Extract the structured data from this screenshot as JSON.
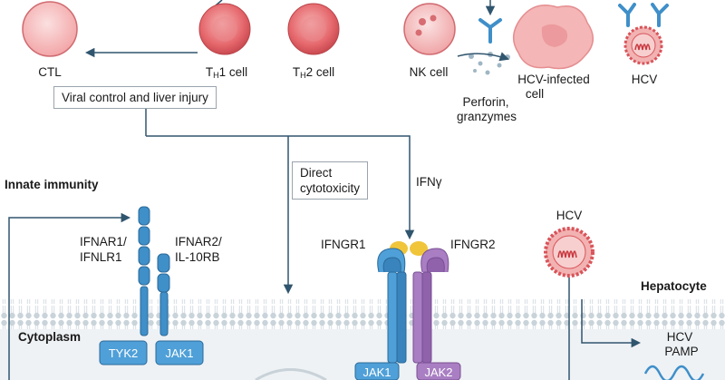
{
  "cells": {
    "ctl": "CTL",
    "th1_main": "T",
    "th1_sub": "H",
    "th1_rest": "1 cell",
    "th2_main": "T",
    "th2_sub": "H",
    "th2_rest": "2 cell",
    "nk": "NK cell",
    "hcv_infected_line1": "HCV-infected",
    "hcv_infected_line2": "cell",
    "hcv_top": "HCV",
    "perforin_line1": "Perforin,",
    "perforin_line2": "granzymes"
  },
  "boxes": {
    "viral_control": "Viral control and liver injury",
    "direct_line1": "Direct",
    "direct_line2": "cytotoxicity"
  },
  "labels": {
    "ifng": "IFNγ",
    "innate": "Innate immunity",
    "ifnar1_line1": "IFNAR1/",
    "ifnar1_line2": "IFNLR1",
    "ifnar2_line1": "IFNAR2/",
    "ifnar2_line2": "IL-10RB",
    "ifngr1": "IFNGR1",
    "ifngr2": "IFNGR2",
    "hcv_virion": "HCV",
    "hepatocyte": "Hepatocyte",
    "cytoplasm": "Cytoplasm",
    "tyk2": "TYK2",
    "jak1_left": "JAK1",
    "jak1_right": "JAK1",
    "jak2": "JAK2",
    "hcv_pamp_line1": "HCV",
    "hcv_pamp_line2": "PAMP"
  },
  "colors": {
    "red_cell": "#e36a6f",
    "receptor_blue": "#3f8fc9",
    "receptor_purple": "#9b6cb4",
    "ligand_yellow": "#f0c53a",
    "arrow": "#30556e",
    "membrane": "#cfd8de"
  }
}
